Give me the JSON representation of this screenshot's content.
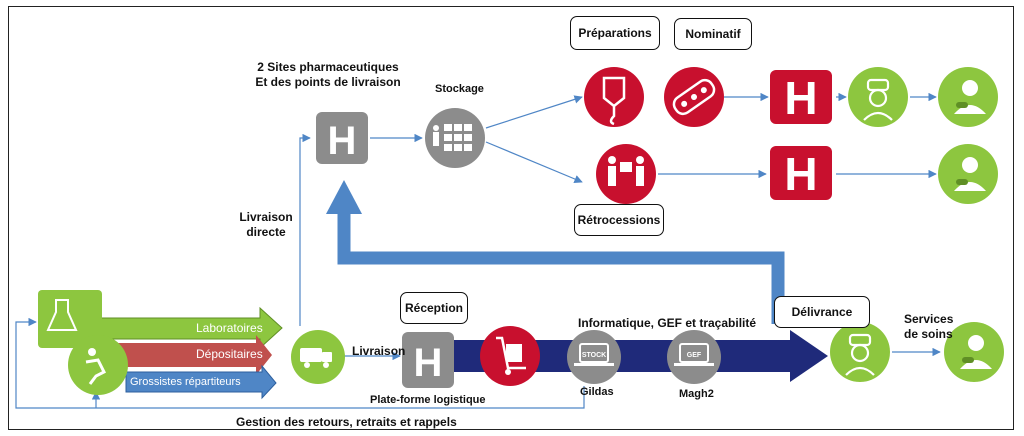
{
  "title_line1": "2 Sites pharmaceutiques",
  "title_line2": "Et des points de livraison",
  "labels": {
    "stockage": "Stockage",
    "preparations": "Préparations",
    "nominatif": "Nominatif",
    "retrocessions": "Rétrocessions",
    "livraison_directe_1": "Livraison",
    "livraison_directe_2": "directe",
    "reception": "Réception",
    "livraison": "Livraison",
    "plateforme": "Plate-forme logistique",
    "informatique": "Informatique, GEF et traçabilité",
    "delivrance": "Délivrance",
    "services_1": "Services",
    "services_2": "de soins",
    "gestion": "Gestion des retours, retraits et rappels",
    "gildas": "Gildas",
    "magh2": "Magh2",
    "stock_screen": "STOCK",
    "gef_screen": "GEF"
  },
  "suppliers": {
    "laboratoires": "Laboratoires",
    "depositaires": "Dépositaires",
    "grossistes": "Grossistes répartiteurs"
  },
  "icons": {
    "hospital": "H"
  },
  "colors": {
    "green": "#8dc63f",
    "red": "#c8102e",
    "grey": "#8c8c8c",
    "darkblue": "#1f2a7a",
    "lightblue": "#4f86c6",
    "salmon": "#c0504d"
  }
}
